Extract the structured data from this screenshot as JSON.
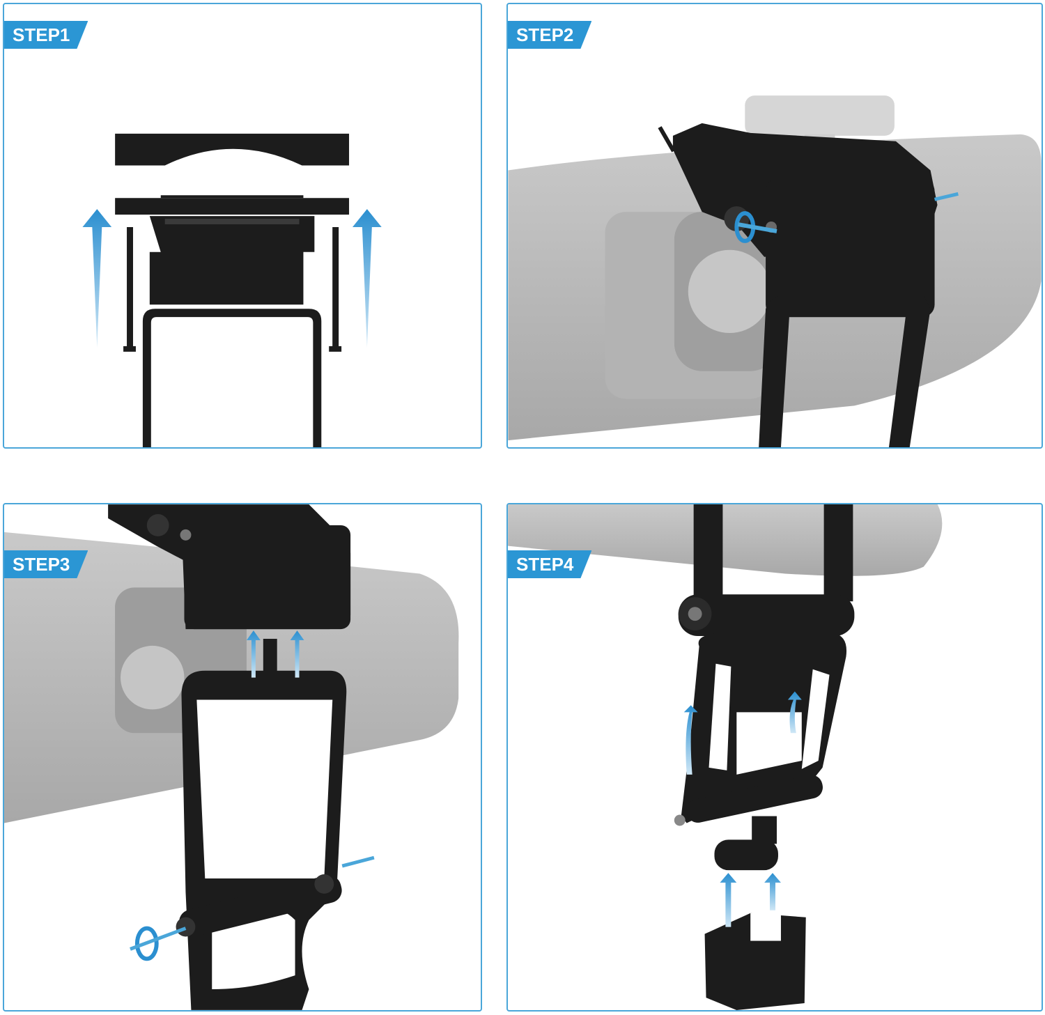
{
  "steps": [
    {
      "label": "STEP1"
    },
    {
      "label": "STEP2"
    },
    {
      "label": "STEP3"
    },
    {
      "label": "STEP4"
    }
  ],
  "colors": {
    "accent": "#2b96d4",
    "panel_border": "#4aa6d9",
    "part": "#1c1c1c",
    "mirror": "#bdbdbd",
    "arrow": "#4aa6d9"
  }
}
